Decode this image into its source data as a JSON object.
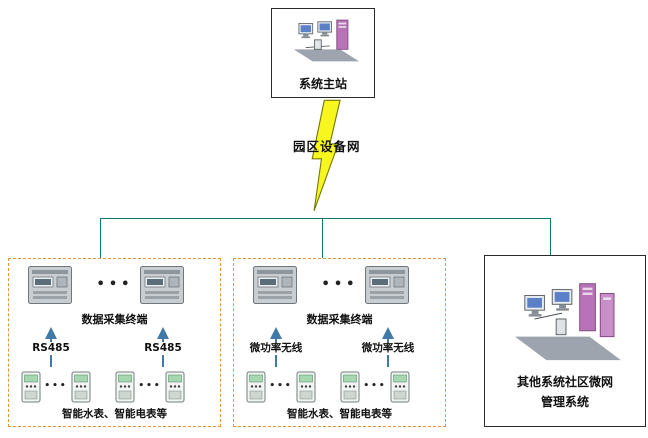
{
  "master_station": {
    "label": "系统主站"
  },
  "network": {
    "label": "园区设备网"
  },
  "clusters": [
    {
      "terminal_label": "数据采集终端",
      "dots": "•••",
      "link_labels": [
        "RS485",
        "RS485"
      ],
      "meter_dots_left": "•••",
      "meter_dots_right": "•••",
      "meters_label": "智能水表、智能电表等"
    },
    {
      "terminal_label": "数据采集终端",
      "dots": "•••",
      "link_labels": [
        "微功率无线",
        "微功率无线"
      ],
      "meter_dots_left": "•••",
      "meter_dots_right": "•••",
      "meters_label": "智能水表、智能电表等"
    }
  ],
  "other_system": {
    "label_line1": "其他系统社区微网",
    "label_line2": "管理系统"
  },
  "icons": {
    "master_station_icon": "workstation-cluster",
    "other_system_icon": "workstation-cluster-large",
    "terminal_icon": "data-collection-terminal",
    "meter_icon": "smart-meter",
    "bolt_icon": "lightning-bolt",
    "arrow_icon": "up-arrow"
  },
  "colors": {
    "connection_line": "#0e7878",
    "cluster_border": "#e8943a",
    "solid_box_border": "#2b2b2b",
    "bolt_fill": "#f7f71f",
    "bolt_stroke": "#77770a",
    "arrow": "#4179a8",
    "tower_purple": "#b873b8",
    "monitor_screen_blue": "#5b80c8",
    "meter_screen_green": "#a5d8b0"
  }
}
